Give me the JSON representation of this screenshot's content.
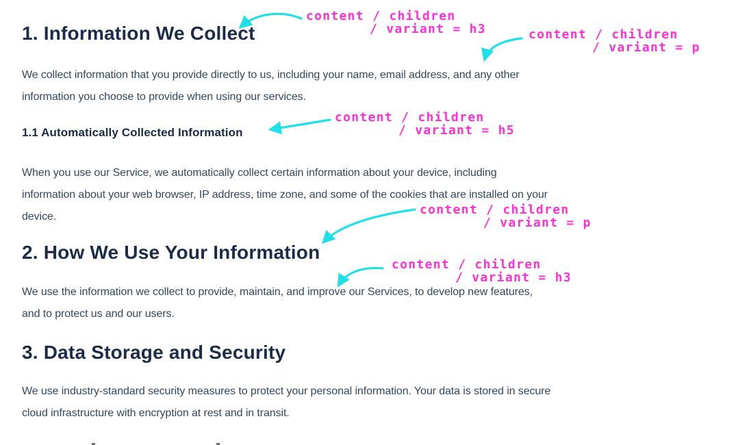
{
  "colors": {
    "heading": "#1c2b4a",
    "paragraph": "#33475b",
    "annotation": "#ff2fd7",
    "arrow": "#1fdfe8",
    "page_bg": "#ffffff"
  },
  "content": {
    "heading_1": {
      "variant": "h3",
      "text": "1. Information We Collect"
    },
    "paragraph_1": {
      "variant": "p",
      "lines": [
        "We collect information that you provide directly to us, including your name, email address, and any other",
        "information you choose to provide when using our services."
      ]
    },
    "heading_1_1": {
      "variant": "h5",
      "text": "1.1 Automatically Collected Information"
    },
    "paragraph_2": {
      "variant": "p",
      "lines": [
        "When you use our Service, we automatically collect certain information about your device, including",
        "information about your web browser, IP address, time zone, and some of the cookies that are installed on your",
        "device."
      ]
    },
    "heading_2": {
      "variant": "h3",
      "text": "2. How We Use Your Information"
    },
    "paragraph_3": {
      "variant": "p",
      "lines": [
        "We use the information we collect to provide, maintain, and improve our Services, to develop new features,",
        "and to protect us and our users."
      ]
    },
    "heading_3": {
      "variant": "h3",
      "text": "3. Data Storage and Security"
    },
    "paragraph_4": {
      "variant": "p",
      "lines": [
        "We use industry-standard security measures to protect your personal information. Your data is stored in secure",
        "cloud infrastructure with encryption at rest and in transit."
      ]
    }
  },
  "annotations": [
    {
      "line1": "content / children",
      "line2": "/ variant = h3"
    },
    {
      "line1": "content / children",
      "line2": "/ variant = p"
    },
    {
      "line1": "content / children",
      "line2": "/ variant = h5"
    },
    {
      "line1": "content / children",
      "line2": "/ variant = p"
    },
    {
      "line1": "content / children",
      "line2": "/ variant = h3"
    }
  ]
}
